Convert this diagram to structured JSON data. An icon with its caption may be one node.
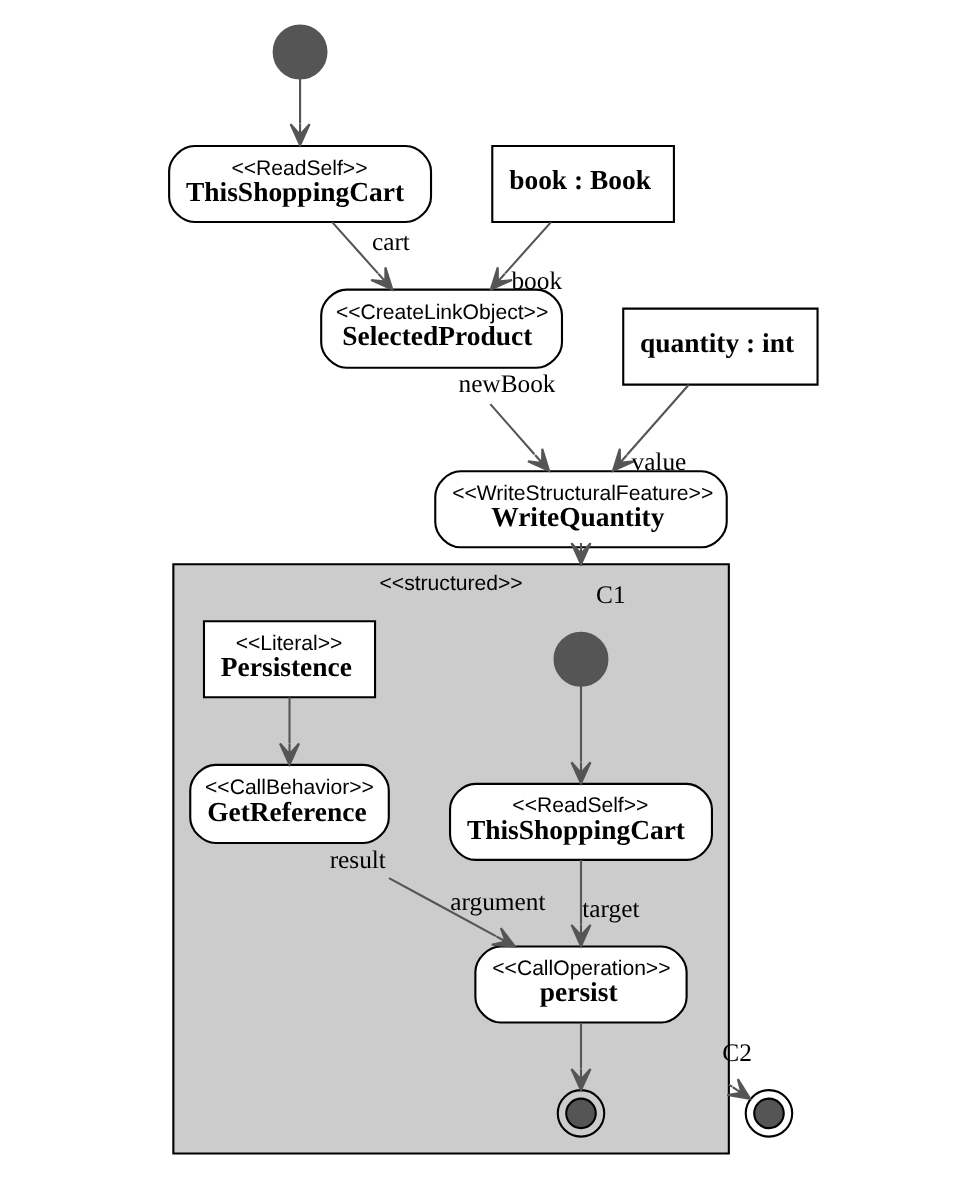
{
  "diagram": {
    "nodes": [
      {
        "text": [],
        "shape": "circle"
      },
      {
        "text": [
          "<<ReadSelf>>",
          "ThisShoppingCart"
        ]
      },
      {
        "text": [
          "book : Book"
        ]
      },
      {
        "text": [
          "quantity : int"
        ]
      },
      {
        "text": [
          "<<CreateLinkObject>>",
          "SelectedProduct"
        ],
        "beside": [
          "newBook"
        ]
      },
      {
        "text": [
          "<<WriteStructuralFeature>>",
          "WriteQuantity"
        ]
      },
      {
        "text": [
          "<<structured>>"
        ]
      },
      {
        "text": [],
        "shape": "circle",
        "in": 6
      },
      {
        "text": [
          "<<CallBehavior>>",
          "GetReference"
        ],
        "in": 6,
        "beside": [
          "result"
        ]
      },
      {
        "text": [
          "<<Literal>>",
          "Persistence"
        ],
        "in": 6
      },
      {
        "text": [
          "<<ReadSelf>>",
          "ThisShoppingCart"
        ],
        "in": 6
      },
      {
        "text": [
          "<<CallOperation>>",
          "persist"
        ],
        "in": 6
      },
      {
        "text": [],
        "shape": "circle",
        "in": 6
      },
      {
        "text": [],
        "shape": "circle"
      }
    ],
    "edges": [
      {
        "from": 0,
        "to": 1,
        "arrow": "to"
      },
      {
        "from": 1,
        "to": 4,
        "arrow": "to",
        "label": "cart"
      },
      {
        "from": 2,
        "to": 4,
        "arrow": "to",
        "label": "book"
      },
      {
        "from": 3,
        "to": 5,
        "arrow": "to",
        "label": "value"
      },
      {
        "from": 4,
        "to": 5,
        "arrow": "to"
      },
      {
        "from": 5,
        "to": 6,
        "arrow": "to",
        "label": "C1"
      },
      {
        "from": 7,
        "to": 10,
        "arrow": "to"
      },
      {
        "from": 9,
        "to": 8,
        "arrow": "to"
      },
      {
        "from": 8,
        "to": 11,
        "arrow": "to",
        "label": "argument"
      },
      {
        "from": 10,
        "to": 11,
        "arrow": "to",
        "label": "target"
      },
      {
        "from": 11,
        "to": 12,
        "arrow": "to"
      },
      {
        "from": 6,
        "to": 13,
        "arrow": "to",
        "label": "C2"
      }
    ]
  }
}
